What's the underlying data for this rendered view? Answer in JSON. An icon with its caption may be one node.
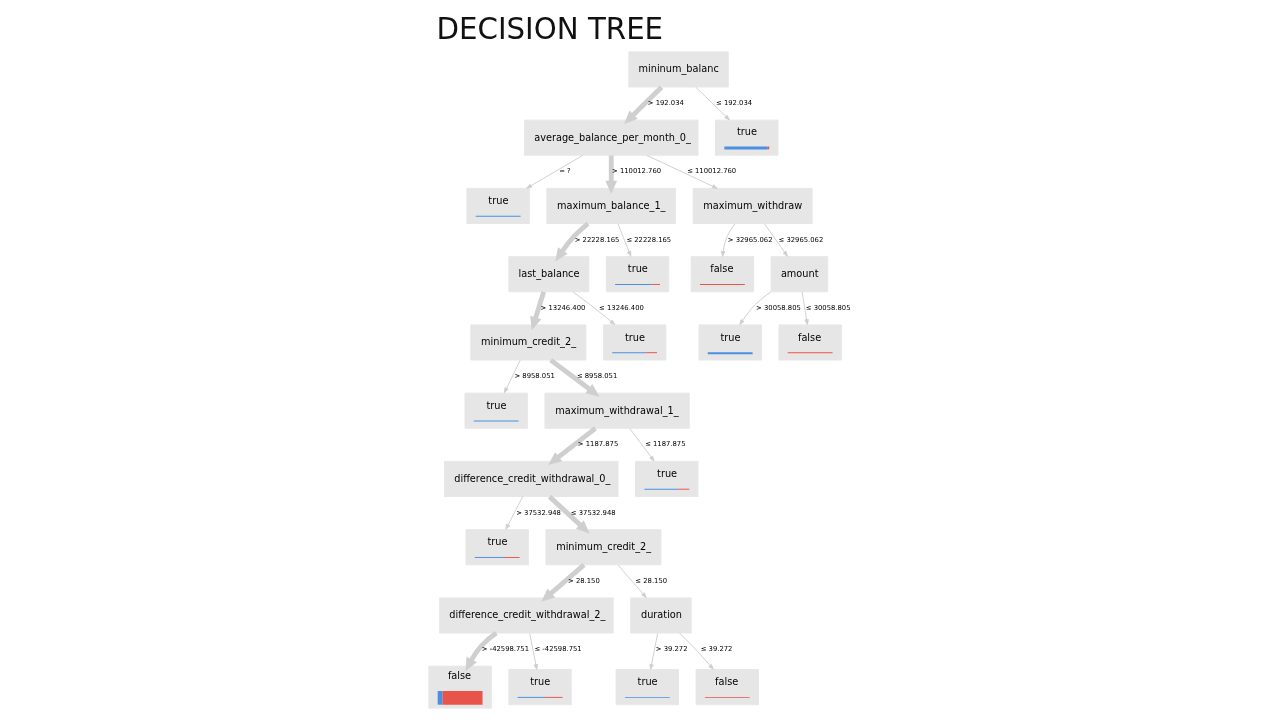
{
  "diagram": {
    "title": "DECISION TREE",
    "nodes": [
      {
        "text": [
          "mininum_balanc"
        ]
      },
      {
        "text": [
          "true"
        ]
      },
      {
        "text": [
          "average_balance_per_month_0_"
        ]
      },
      {
        "text": [
          "true"
        ]
      },
      {
        "text": [
          "maximum_balance_1_"
        ]
      },
      {
        "text": [
          "maximum_withdraw"
        ]
      },
      {
        "text": [
          "last_balance"
        ]
      },
      {
        "text": [
          "true"
        ]
      },
      {
        "text": [
          "false"
        ]
      },
      {
        "text": [
          "amount"
        ]
      },
      {
        "text": [
          "true"
        ]
      },
      {
        "text": [
          "minimum_credit_2_"
        ]
      },
      {
        "text": [
          "true"
        ]
      },
      {
        "text": [
          "false"
        ]
      },
      {
        "text": [
          "true"
        ]
      },
      {
        "text": [
          "maximum_withdrawal_1_"
        ]
      },
      {
        "text": [
          "true"
        ]
      },
      {
        "text": [
          "difference_credit_withdrawal_0_"
        ]
      },
      {
        "text": [
          "true"
        ]
      },
      {
        "text": [
          "minimum_credit_2_"
        ]
      },
      {
        "text": [
          "difference_credit_withdrawal_2_"
        ]
      },
      {
        "text": [
          "duration"
        ]
      },
      {
        "text": [
          "false"
        ]
      },
      {
        "text": [
          "true"
        ]
      },
      {
        "text": [
          "true"
        ]
      },
      {
        "text": [
          "false"
        ]
      }
    ],
    "edges": [
      {
        "from": 0,
        "to": 2,
        "arrow": "to",
        "label": "> 192.034",
        "style": "thick"
      },
      {
        "from": 0,
        "to": 1,
        "arrow": "to",
        "label": "≤ 192.034"
      },
      {
        "from": 2,
        "to": 3,
        "arrow": "to",
        "label": "= ?"
      },
      {
        "from": 2,
        "to": 4,
        "arrow": "to",
        "label": "> 110012.760",
        "style": "thick"
      },
      {
        "from": 2,
        "to": 5,
        "arrow": "to",
        "label": "≤ 110012.760"
      },
      {
        "from": 4,
        "to": 6,
        "arrow": "to",
        "label": "> 22228.165",
        "style": "thick"
      },
      {
        "from": 4,
        "to": 7,
        "arrow": "to",
        "label": "≤ 22228.165"
      },
      {
        "from": 5,
        "to": 8,
        "arrow": "to",
        "label": "> 32965.062"
      },
      {
        "from": 5,
        "to": 9,
        "arrow": "to",
        "label": "≤ 32965.062"
      },
      {
        "from": 6,
        "to": 11,
        "arrow": "to",
        "label": "> 13246.400",
        "style": "thick"
      },
      {
        "from": 6,
        "to": 10,
        "arrow": "to",
        "label": "≤ 13246.400"
      },
      {
        "from": 9,
        "to": 12,
        "arrow": "to",
        "label": "> 30058.805"
      },
      {
        "from": 9,
        "to": 13,
        "arrow": "to",
        "label": "≤ 30058.805"
      },
      {
        "from": 11,
        "to": 14,
        "arrow": "to",
        "label": "> 8958.051"
      },
      {
        "from": 11,
        "to": 15,
        "arrow": "to",
        "label": "≤ 8958.051",
        "style": "thick"
      },
      {
        "from": 15,
        "to": 17,
        "arrow": "to",
        "label": "> 1187.875",
        "style": "thick"
      },
      {
        "from": 15,
        "to": 16,
        "arrow": "to",
        "label": "≤ 1187.875"
      },
      {
        "from": 17,
        "to": 18,
        "arrow": "to",
        "label": "> 37532.948"
      },
      {
        "from": 17,
        "to": 19,
        "arrow": "to",
        "label": "≤ 37532.948",
        "style": "thick"
      },
      {
        "from": 19,
        "to": 20,
        "arrow": "to",
        "label": "> 28.150",
        "style": "thick"
      },
      {
        "from": 19,
        "to": 21,
        "arrow": "to",
        "label": "≤ 28.150"
      },
      {
        "from": 20,
        "to": 22,
        "arrow": "to",
        "label": "> -42598.751",
        "style": "thick"
      },
      {
        "from": 20,
        "to": 23,
        "arrow": "to",
        "label": "≤ -42598.751"
      },
      {
        "from": 21,
        "to": 24,
        "arrow": "to",
        "label": "> 39.272"
      },
      {
        "from": 21,
        "to": 25,
        "arrow": "to",
        "label": "≤ 39.272"
      }
    ]
  }
}
